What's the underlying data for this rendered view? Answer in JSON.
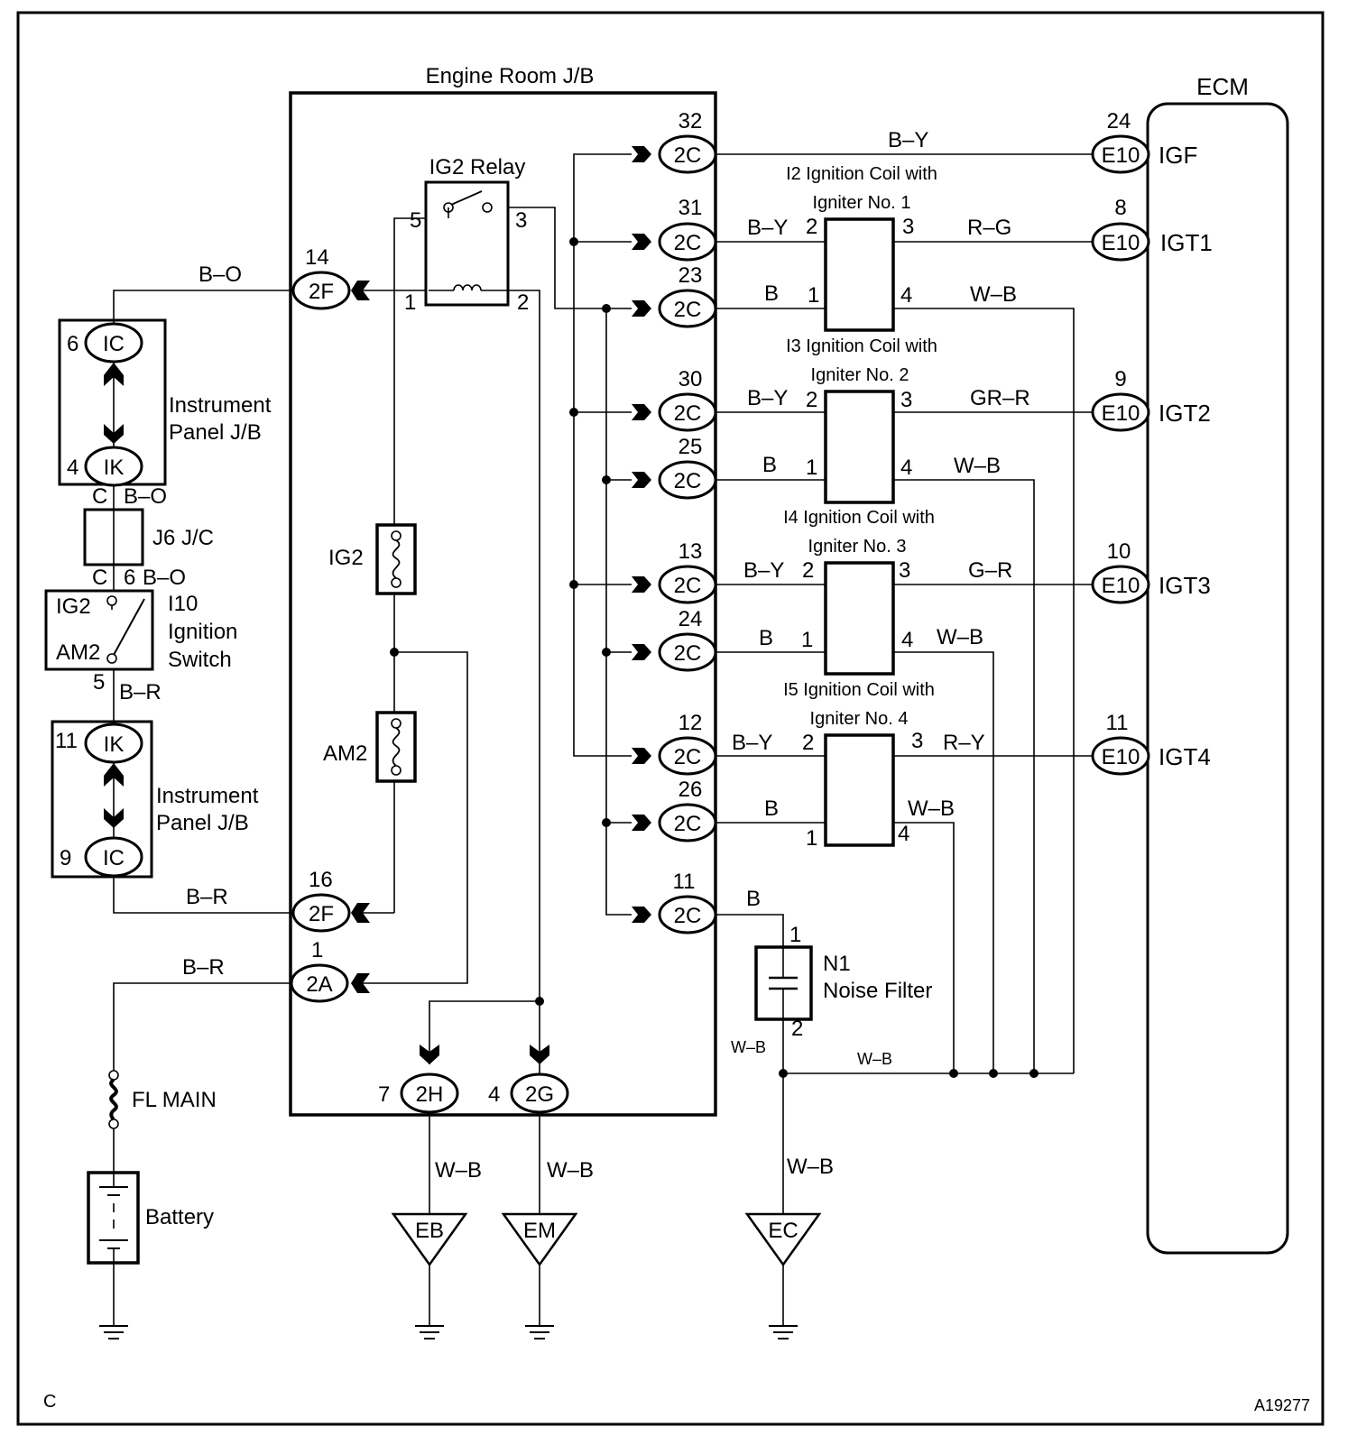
{
  "corner_label": "C",
  "figure_id": "A19277",
  "engine_room_jb": "Engine Room J/B",
  "ecm": {
    "title": "ECM",
    "connector": "E10",
    "pins": [
      {
        "pin": "24",
        "signal": "IGF"
      },
      {
        "pin": "8",
        "signal": "IGT1"
      },
      {
        "pin": "9",
        "signal": "IGT2"
      },
      {
        "pin": "10",
        "signal": "IGT3"
      },
      {
        "pin": "11",
        "signal": "IGT4"
      }
    ]
  },
  "relay": {
    "title": "IG2 Relay",
    "pins": [
      "5",
      "3",
      "1",
      "2"
    ]
  },
  "fuses": {
    "ig2": "IG2",
    "am2": "AM2",
    "fl_main": "FL MAIN"
  },
  "battery": "Battery",
  "ipjb": {
    "title_line1": "Instrument",
    "title_line2": "Panel J/B",
    "upper": {
      "top_pin": "6",
      "top_conn": "IC",
      "bottom_pin": "4",
      "bottom_conn": "IK"
    },
    "lower": {
      "top_pin": "11",
      "top_conn": "IK",
      "bottom_pin": "9",
      "bottom_conn": "IC"
    }
  },
  "jc": {
    "label": "J6 J/C",
    "top_c": "C",
    "top_wire": "B–O",
    "bottom_c": "C",
    "bottom_pin": "6",
    "bottom_wire": "B–O"
  },
  "ignition_switch": {
    "code": "I10",
    "line1": "Ignition",
    "line2": "Switch",
    "ig2": "IG2",
    "am2": "AM2",
    "pin": "5",
    "wire": "B–R"
  },
  "erjb_connectors": [
    {
      "pin": "14",
      "conn": "2F",
      "wire": "B–O"
    },
    {
      "pin": "16",
      "conn": "2F",
      "wire": "B–R"
    },
    {
      "pin": "1",
      "conn": "2A",
      "wire": "B–R"
    },
    {
      "pin": "7",
      "conn": "2H",
      "wire": "W–B"
    },
    {
      "pin": "4",
      "conn": "2G",
      "wire": "W–B"
    }
  ],
  "c2c_connectors": [
    {
      "pin": "32",
      "conn": "2C"
    },
    {
      "pin": "31",
      "conn": "2C"
    },
    {
      "pin": "23",
      "conn": "2C"
    },
    {
      "pin": "30",
      "conn": "2C"
    },
    {
      "pin": "25",
      "conn": "2C"
    },
    {
      "pin": "13",
      "conn": "2C"
    },
    {
      "pin": "24",
      "conn": "2C"
    },
    {
      "pin": "12",
      "conn": "2C"
    },
    {
      "pin": "26",
      "conn": "2C"
    },
    {
      "pin": "11",
      "conn": "2C"
    }
  ],
  "igf_wire": "B–Y",
  "coils": [
    {
      "line1": "I2  Ignition Coil with",
      "line2": "Igniter No. 1",
      "in_wire": "B–Y",
      "pwr_wire": "B",
      "out_wire": "R–G",
      "gnd_wire": "W–B",
      "pins": [
        "2",
        "3",
        "1",
        "4"
      ]
    },
    {
      "line1": "I3 Ignition Coil with",
      "line2": "Igniter No. 2",
      "in_wire": "B–Y",
      "pwr_wire": "B",
      "out_wire": "GR–R",
      "gnd_wire": "W–B",
      "pins": [
        "2",
        "3",
        "1",
        "4"
      ]
    },
    {
      "line1": "I4  Ignition Coil with",
      "line2": "Igniter No. 3",
      "in_wire": "B–Y",
      "pwr_wire": "B",
      "out_wire": "G–R",
      "gnd_wire": "W–B",
      "pins": [
        "2",
        "3",
        "1",
        "4"
      ]
    },
    {
      "line1": "I5  Ignition Coil with",
      "line2": "Igniter No. 4",
      "in_wire": "B–Y",
      "pwr_wire": "B",
      "out_wire": "R–Y",
      "gnd_wire": "W–B",
      "pins": [
        "2",
        "3",
        "1",
        "4"
      ]
    }
  ],
  "noise_filter": {
    "code": "N1",
    "label": "Noise Filter",
    "pin_top": "1",
    "pin_bottom": "2",
    "in_wire": "B",
    "out_wire_left": "W–B",
    "bus_wire": "W–B",
    "gnd_wire": "W–B"
  },
  "grounds": [
    "EB",
    "EM",
    "EC"
  ]
}
